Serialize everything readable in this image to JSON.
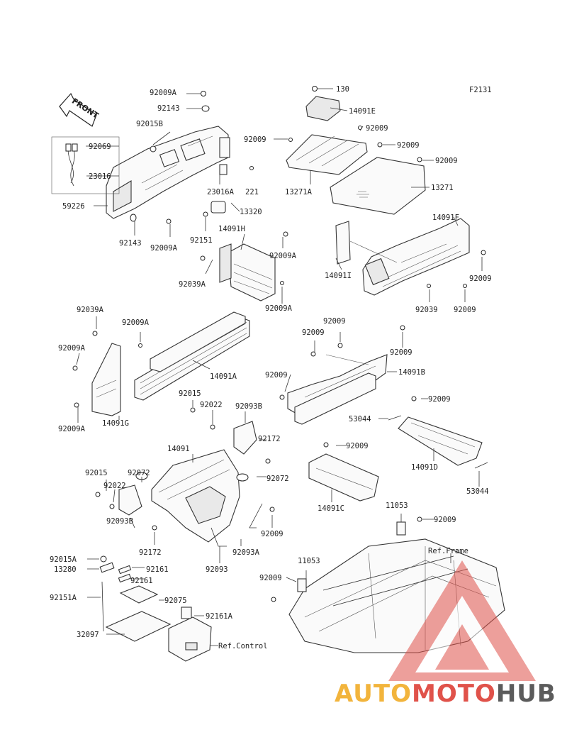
{
  "figure_code": "F2131",
  "front_label": "FRONT",
  "labels": [
    {
      "id": "l1",
      "text": "92009A"
    },
    {
      "id": "l2",
      "text": "92143"
    },
    {
      "id": "l3",
      "text": "92015B"
    },
    {
      "id": "l4",
      "text": "92069"
    },
    {
      "id": "l5",
      "text": "23016"
    },
    {
      "id": "l6",
      "text": "59226"
    },
    {
      "id": "l7",
      "text": "92143"
    },
    {
      "id": "l8",
      "text": "92009A"
    },
    {
      "id": "l9",
      "text": "23016A"
    },
    {
      "id": "l10",
      "text": "221"
    },
    {
      "id": "l11",
      "text": "13320"
    },
    {
      "id": "l12",
      "text": "92151"
    },
    {
      "id": "l13",
      "text": "14091H"
    },
    {
      "id": "l14",
      "text": "92009A"
    },
    {
      "id": "l15",
      "text": "92039A"
    },
    {
      "id": "l16",
      "text": "92009A"
    },
    {
      "id": "l17",
      "text": "130"
    },
    {
      "id": "l18",
      "text": "14091E"
    },
    {
      "id": "l19",
      "text": "92009"
    },
    {
      "id": "l20",
      "text": "92009"
    },
    {
      "id": "l21",
      "text": "92009"
    },
    {
      "id": "l22",
      "text": "92009"
    },
    {
      "id": "l23",
      "text": "13271A"
    },
    {
      "id": "l24",
      "text": "13271"
    },
    {
      "id": "l25",
      "text": "14091F"
    },
    {
      "id": "l26",
      "text": "14091I"
    },
    {
      "id": "l27",
      "text": "92009"
    },
    {
      "id": "l28",
      "text": "92039"
    },
    {
      "id": "l29",
      "text": "92009"
    },
    {
      "id": "l30",
      "text": "92009"
    },
    {
      "id": "l31",
      "text": "92039A"
    },
    {
      "id": "l32",
      "text": "92009A"
    },
    {
      "id": "l33",
      "text": "92009A"
    },
    {
      "id": "l34",
      "text": "14091A"
    },
    {
      "id": "l35",
      "text": "92009A"
    },
    {
      "id": "l36",
      "text": "14091G"
    },
    {
      "id": "l37",
      "text": "92009"
    },
    {
      "id": "l38",
      "text": "92009"
    },
    {
      "id": "l39",
      "text": "14091B"
    },
    {
      "id": "l40",
      "text": "92009"
    },
    {
      "id": "l41",
      "text": "92015"
    },
    {
      "id": "l42",
      "text": "92022"
    },
    {
      "id": "l43",
      "text": "92093B"
    },
    {
      "id": "l44",
      "text": "92172"
    },
    {
      "id": "l45",
      "text": "92009"
    },
    {
      "id": "l46",
      "text": "53044"
    },
    {
      "id": "l47",
      "text": "14091D"
    },
    {
      "id": "l48",
      "text": "53044"
    },
    {
      "id": "l49",
      "text": "14091"
    },
    {
      "id": "l50",
      "text": "92015"
    },
    {
      "id": "l51",
      "text": "92072"
    },
    {
      "id": "l52",
      "text": "92072"
    },
    {
      "id": "l53",
      "text": "92022"
    },
    {
      "id": "l54",
      "text": "92009"
    },
    {
      "id": "l55",
      "text": "14091C"
    },
    {
      "id": "l56",
      "text": "92093B"
    },
    {
      "id": "l57",
      "text": "92172"
    },
    {
      "id": "l58",
      "text": "92009"
    },
    {
      "id": "l59",
      "text": "92093A"
    },
    {
      "id": "l60",
      "text": "92093"
    },
    {
      "id": "l61",
      "text": "11053"
    },
    {
      "id": "l62",
      "text": "92009"
    },
    {
      "id": "l63",
      "text": "Ref.Frame"
    },
    {
      "id": "l64",
      "text": "92015A"
    },
    {
      "id": "l65",
      "text": "13280"
    },
    {
      "id": "l66",
      "text": "92161"
    },
    {
      "id": "l67",
      "text": "92161"
    },
    {
      "id": "l68",
      "text": "92151A"
    },
    {
      "id": "l69",
      "text": "92075"
    },
    {
      "id": "l70",
      "text": "92161A"
    },
    {
      "id": "l71",
      "text": "32097"
    },
    {
      "id": "l72",
      "text": "Ref.Control"
    },
    {
      "id": "l73",
      "text": "92009"
    },
    {
      "id": "l74",
      "text": "11053"
    }
  ],
  "watermark": {
    "part_a": "AUTO",
    "part_b": "MOTO",
    "part_c": "HUB",
    "color_a": "#f2b43c",
    "color_b": "#e0524a",
    "color_c": "#5b5b5b"
  }
}
